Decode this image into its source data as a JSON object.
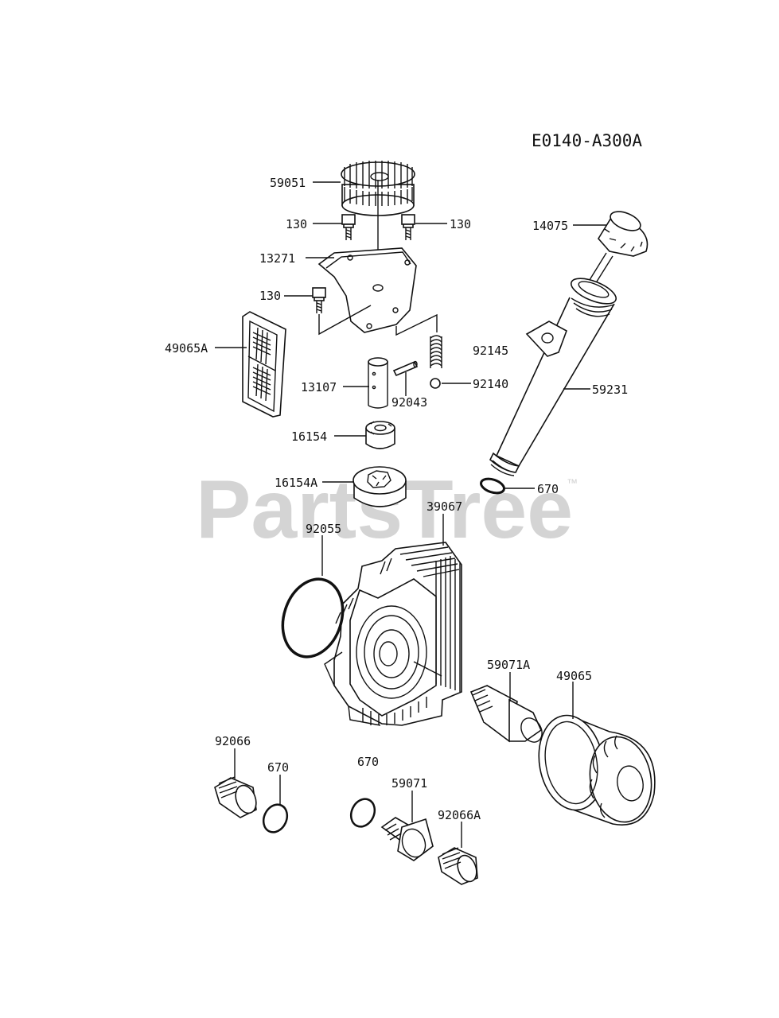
{
  "diagram_code": "E0140-A300A",
  "watermark": "PartsTree",
  "watermark_tm": "™",
  "parts": [
    {
      "id": "p-59051",
      "label": "59051"
    },
    {
      "id": "p-130a",
      "label": "130"
    },
    {
      "id": "p-130b",
      "label": "130"
    },
    {
      "id": "p-13271",
      "label": "13271"
    },
    {
      "id": "p-130c",
      "label": "130"
    },
    {
      "id": "p-49065A",
      "label": "49065A"
    },
    {
      "id": "p-92145",
      "label": "92145"
    },
    {
      "id": "p-13107",
      "label": "13107"
    },
    {
      "id": "p-92043",
      "label": "92043"
    },
    {
      "id": "p-92140",
      "label": "92140"
    },
    {
      "id": "p-16154",
      "label": "16154"
    },
    {
      "id": "p-16154A",
      "label": "16154A"
    },
    {
      "id": "p-14075",
      "label": "14075"
    },
    {
      "id": "p-59231",
      "label": "59231"
    },
    {
      "id": "p-670a",
      "label": "670"
    },
    {
      "id": "p-39067",
      "label": "39067"
    },
    {
      "id": "p-92055",
      "label": "92055"
    },
    {
      "id": "p-59071A",
      "label": "59071A"
    },
    {
      "id": "p-49065",
      "label": "49065"
    },
    {
      "id": "p-92066",
      "label": "92066"
    },
    {
      "id": "p-670b",
      "label": "670"
    },
    {
      "id": "p-670c",
      "label": "670"
    },
    {
      "id": "p-59071",
      "label": "59071"
    },
    {
      "id": "p-92066A",
      "label": "92066A"
    }
  ]
}
